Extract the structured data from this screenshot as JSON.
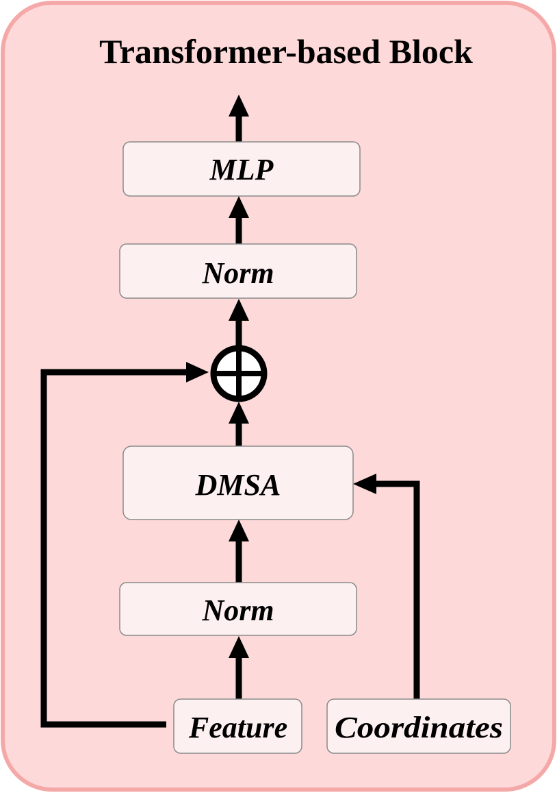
{
  "diagram": {
    "title": "Transformer-based Block",
    "colors": {
      "container_fill": "#fdd9d9",
      "container_border": "#f5a8a8",
      "node_fill": "#fdf0f0",
      "node_border": "#8a8a8a",
      "edge": "#000000"
    },
    "nodes": {
      "mlp": "MLP",
      "norm_top": "Norm",
      "dmsa": "DMSA",
      "norm_bottom": "Norm",
      "feature": "Feature",
      "coordinates": "Coordinates"
    },
    "operators": {
      "sum": "residual-add"
    },
    "edges": [
      {
        "from": "feature",
        "to": "norm_bottom"
      },
      {
        "from": "norm_bottom",
        "to": "dmsa"
      },
      {
        "from": "coordinates",
        "to": "dmsa"
      },
      {
        "from": "dmsa",
        "to": "sum"
      },
      {
        "from": "feature",
        "to": "sum"
      },
      {
        "from": "sum",
        "to": "norm_top"
      },
      {
        "from": "norm_top",
        "to": "mlp"
      },
      {
        "from": "mlp",
        "to": "output"
      }
    ]
  }
}
